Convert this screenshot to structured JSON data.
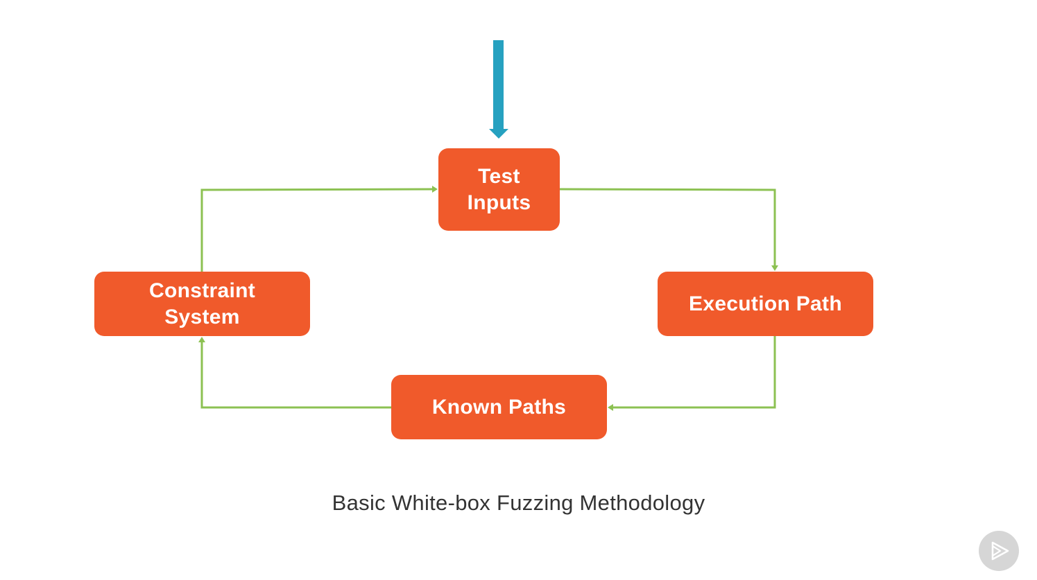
{
  "colors": {
    "node_fill": "#f05a2b",
    "connector": "#8cc152",
    "input_arrow": "#26a1c0",
    "caption_text": "#333333",
    "play_button_bg": "#d6d6d6",
    "play_icon": "#ffffff"
  },
  "diagram": {
    "nodes": {
      "test_inputs": "Test\nInputs",
      "execution_path": "Execution Path",
      "known_paths": "Known Paths",
      "constraint_system": "Constraint\nSystem"
    },
    "caption": "Basic White-box Fuzzing Methodology"
  },
  "player": {
    "icon": "play-icon"
  }
}
